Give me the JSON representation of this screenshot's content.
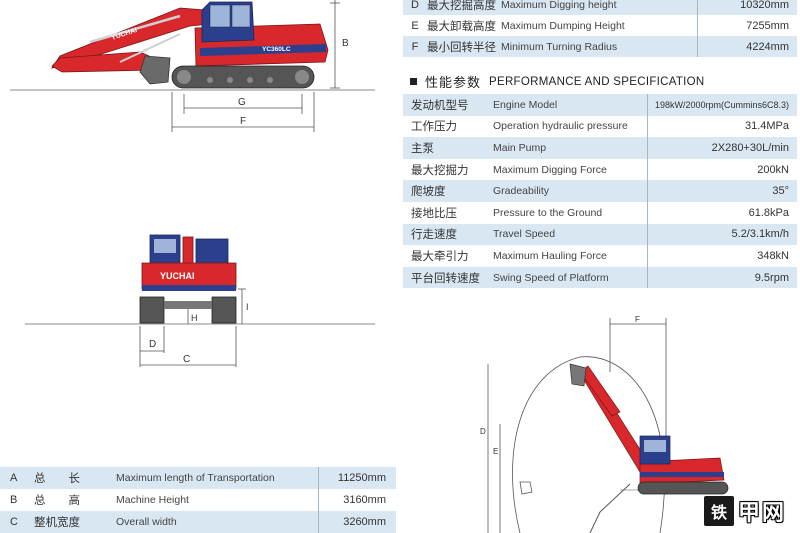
{
  "top_dims": {
    "rows": [
      {
        "letter": "D",
        "zh": "最大挖掘高度",
        "en": "Maximum Digging height",
        "val": "10320mm"
      },
      {
        "letter": "E",
        "zh": "最大卸载高度",
        "en": "Maximum Dumping Height",
        "val": "7255mm"
      },
      {
        "letter": "F",
        "zh": "最小回转半径",
        "en": "Minimum Turning Radius",
        "val": "4224mm"
      }
    ]
  },
  "section": {
    "zh": "性能参数",
    "en": "PERFORMANCE AND SPECIFICATION"
  },
  "specs": [
    {
      "zh": "发动机型号",
      "en": "Engine  Model",
      "val": "198kW/2000rpm(Cummins6C8.3)"
    },
    {
      "zh": "工作压力",
      "en": "Operation hydraulic pressure",
      "val": "31.4MPa"
    },
    {
      "zh": "主泵",
      "en": "Main Pump",
      "val": "2X280+30L/min"
    },
    {
      "zh": "最大挖掘力",
      "en": "Maximum Digging Force",
      "val": "200kN"
    },
    {
      "zh": "爬坡度",
      "en": "Gradeability",
      "val": "35°"
    },
    {
      "zh": "接地比压",
      "en": "Pressure to the Ground",
      "val": "61.8kPa"
    },
    {
      "zh": "行走速度",
      "en": "Travel Speed",
      "val": "5.2/3.1km/h"
    },
    {
      "zh": "最大牵引力",
      "en": "Maximum Hauling Force",
      "val": "348kN"
    },
    {
      "zh": "平台回转速度",
      "en": "Swing Speed of Platform",
      "val": "9.5rpm"
    }
  ],
  "bottom_dims": [
    {
      "letter": "A",
      "zh": "总　　长",
      "en": "Maximum length of Transportation",
      "val": "11250mm"
    },
    {
      "letter": "B",
      "zh": "总　　高",
      "en": "Machine Height",
      "val": "3160mm"
    },
    {
      "letter": "C",
      "zh": "整机宽度",
      "en": "Overall width",
      "val": "3260mm"
    }
  ],
  "drawing_labels": {
    "side_b": "B",
    "side_g": "G",
    "side_f": "F",
    "front_i": "I",
    "front_h": "H",
    "front_d": "D",
    "front_c": "C",
    "work_f": "F",
    "work_d": "D",
    "work_e": "E",
    "brand": "YUCHAI",
    "model": "YC360LC"
  },
  "watermark": {
    "icon": "铁",
    "text": "甲网"
  },
  "colors": {
    "machine_red": "#d8282c",
    "cab_blue": "#2c3f8c",
    "row_blue": "#d9e7f2",
    "track": "#555555"
  }
}
